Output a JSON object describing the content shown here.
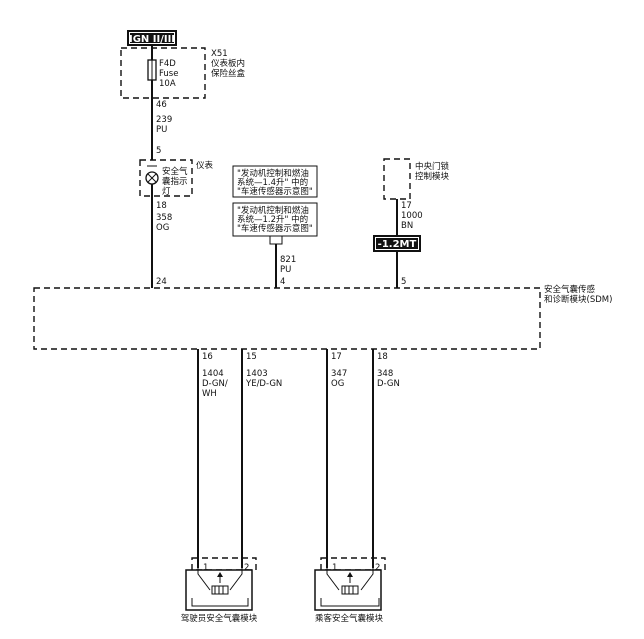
{
  "ign_label": "IGN II/III",
  "fuse_block": {
    "connector": "X51",
    "line1": "仪表板内",
    "line2": "保险丝盒"
  },
  "fuse": {
    "id": "F4D",
    "type": "Fuse",
    "rating": "10A"
  },
  "wire_46": {
    "pin": "46",
    "circuit": "239",
    "color": "PU"
  },
  "cluster": {
    "label": "仪表",
    "pin_top": "5",
    "pin_bottom": "18",
    "lamp_line1": "安全气",
    "lamp_line2": "囊指示",
    "lamp_line3": "灯"
  },
  "wire_358": {
    "circuit": "358",
    "color": "OG"
  },
  "ref1": {
    "line1": "\"发动机控制和燃油",
    "line2": "系统—1.4升\" 中的",
    "line3": "\"车速传感器示意图\""
  },
  "ref2": {
    "line1": "\"发动机控制和燃油",
    "line2": "系统—1.2升\" 中的",
    "line3": "\"车速传感器示意图\""
  },
  "wire_821": {
    "circuit": "821",
    "color": "PU",
    "pin": "4"
  },
  "door_lock": {
    "line1": "中央门锁",
    "line2": "控制模块",
    "pin": "17",
    "circuit": "1000",
    "color": "BN"
  },
  "mt_label": "-1.2MT",
  "sdm": {
    "line1": "安全气囊传感",
    "line2": "和诊断模块(SDM)",
    "pin_24": "24",
    "pin_5": "5"
  },
  "bottom_wires": [
    {
      "pin": "16",
      "circuit": "1404",
      "color_line1": "D-GN/",
      "color_line2": "WH"
    },
    {
      "pin": "15",
      "circuit": "1403",
      "color_line1": "YE/D-GN",
      "color_line2": ""
    },
    {
      "pin": "17",
      "circuit": "347",
      "color_line1": "OG",
      "color_line2": ""
    },
    {
      "pin": "18",
      "circuit": "348",
      "color_line1": "D-GN",
      "color_line2": ""
    }
  ],
  "driver_module": {
    "label": "驾驶员安全气囊模块",
    "pin1": "1",
    "pin2": "2"
  },
  "passenger_module": {
    "label": "乘客安全气囊模块",
    "pin1": "1",
    "pin2": "2"
  }
}
